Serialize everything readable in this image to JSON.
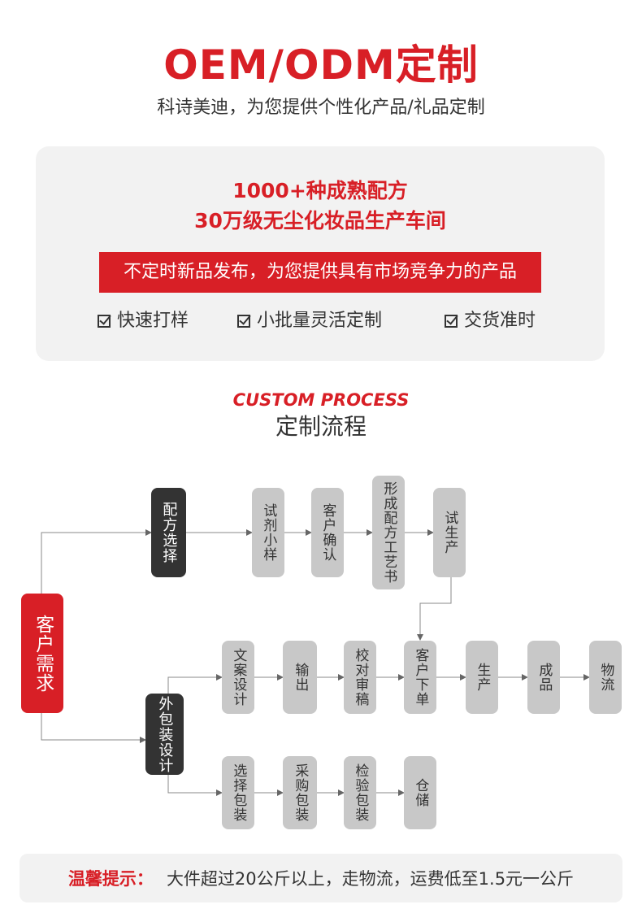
{
  "header": {
    "title": "OEM/ODM定制",
    "subtitle": "科诗美迪，为您提供个性化产品/礼品定制"
  },
  "card": {
    "line1": "1000+种成熟配方",
    "line2": "30万级无尘化妆品生产车间",
    "banner": "不定时新品发布，为您提供具有市场竞争力的产品",
    "checks": [
      "快速打样",
      "小批量灵活定制",
      "交货准时"
    ]
  },
  "process": {
    "title_en": "CUSTOM PROCESS",
    "title_cn": "定制流程",
    "start": "客户需求",
    "formula": "配方选择",
    "packaging": "外包装设计",
    "top_row": [
      "试剂小样",
      "客户确认",
      "形成配方工艺书",
      "试生产"
    ],
    "mid_row": [
      "文案设计",
      "输出",
      "校对审稿",
      "客户下单",
      "生产",
      "成品",
      "物流"
    ],
    "bottom_row": [
      "选择包装",
      "采购包装",
      "检验包装",
      "仓储"
    ]
  },
  "tip": {
    "label": "温馨提示：",
    "text": "大件超过20公斤以上，走物流，运费低至1.5元一公斤"
  },
  "colors": {
    "accent": "#d81f26",
    "node_gray": "#c8c8c8",
    "node_dark": "#333333",
    "card_bg": "#f2f2f2"
  }
}
